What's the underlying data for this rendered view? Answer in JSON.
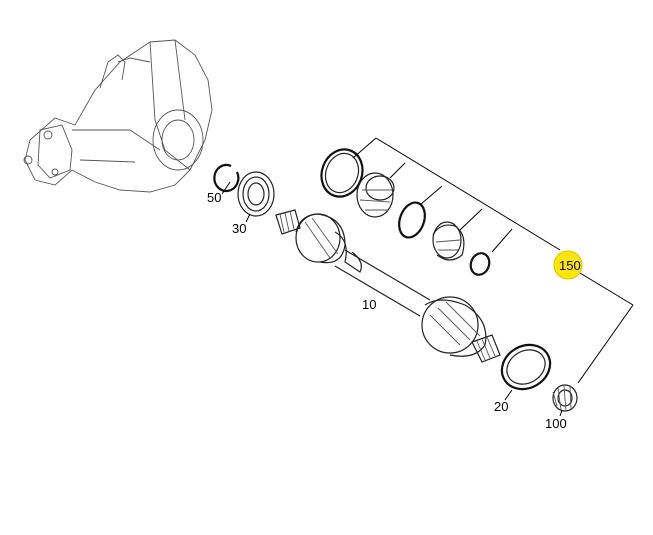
{
  "callouts": [
    {
      "id": "10",
      "label": "10"
    },
    {
      "id": "20",
      "label": "20"
    },
    {
      "id": "30",
      "label": "30"
    },
    {
      "id": "50",
      "label": "50"
    },
    {
      "id": "100",
      "label": "100"
    },
    {
      "id": "150",
      "label": "150",
      "highlighted": true
    }
  ],
  "highlight_color": "#ffe600"
}
